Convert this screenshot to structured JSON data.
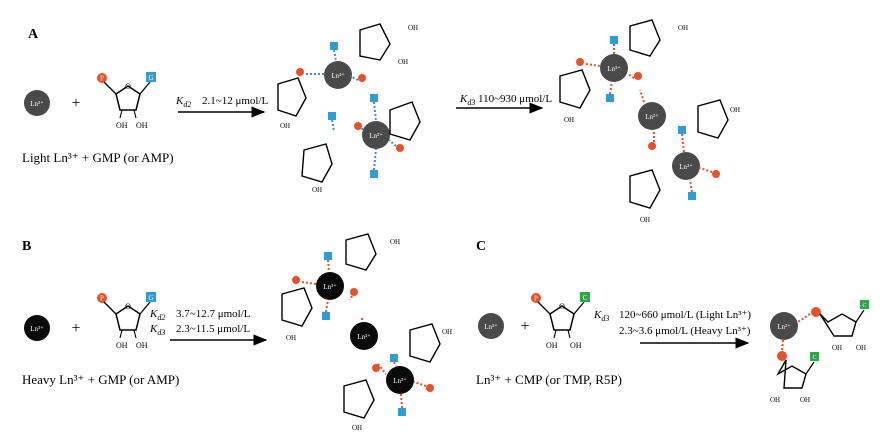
{
  "panels": {
    "A": {
      "label": "A",
      "caption": "Light Ln³⁺ + GMP (or AMP)",
      "k_symbol": "K",
      "k_sub1": "d2",
      "k_value1": "2.1~12 μmol/L",
      "k_sub2": "d3",
      "k_value2": "110~930 μmol/L"
    },
    "B": {
      "label": "B",
      "caption": "Heavy Ln³⁺ + GMP (or AMP)",
      "k_symbol": "K",
      "k_sub1": "d2",
      "k_value1": "3.7~12.7 μmol/L",
      "k_sub2": "d3",
      "k_value2": "2.3~11.5 μmol/L"
    },
    "C": {
      "label": "C",
      "caption": "Ln³⁺ + CMP (or TMP, R5P)",
      "k_symbol": "K",
      "k_sub": "d3",
      "k_value_light": "120~660 μmol/L (Light Ln³⁺)",
      "k_value_heavy": "2.3~3.6 μmol/L (Heavy Ln³⁺)"
    }
  },
  "labels": {
    "ion": "Ln³⁺",
    "phosphate": "P",
    "base_g": "G",
    "base_c": "C",
    "hydroxyl": "OH",
    "ring_oxygen": "O",
    "plus": "+"
  },
  "colors": {
    "light_ion": "#4a4a4a",
    "heavy_ion": "#0a0a0a",
    "phosphate": "#e8502a",
    "base_g": "#2e9ed6",
    "base_c": "#2fa64a",
    "bond_blue": "#3a8fd0",
    "bond_red": "#e0502a"
  }
}
